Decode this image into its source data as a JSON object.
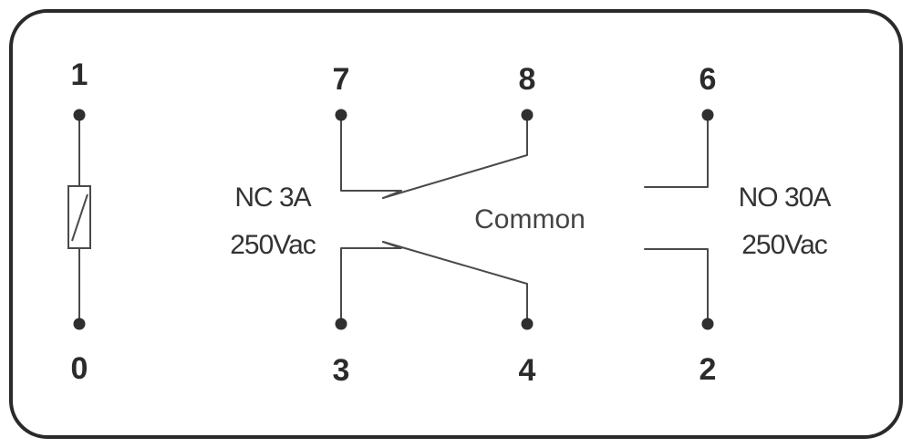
{
  "colors": {
    "outline": "#2a2a2a",
    "wire": "#4a4a4a",
    "text": "#333333",
    "background": "#ffffff"
  },
  "pins": {
    "coil_top": "1",
    "coil_bottom": "0",
    "nc_top": "7",
    "common_top": "8",
    "no_top": "6",
    "nc_bottom": "3",
    "common_bottom": "4",
    "no_bottom": "2"
  },
  "labels": {
    "nc_rating": "NC 3A",
    "nc_voltage": "250Vac",
    "common": "Common",
    "no_rating": "NO 30A",
    "no_voltage": "250Vac"
  },
  "icons": {
    "coil": "coil-resistor-icon"
  }
}
